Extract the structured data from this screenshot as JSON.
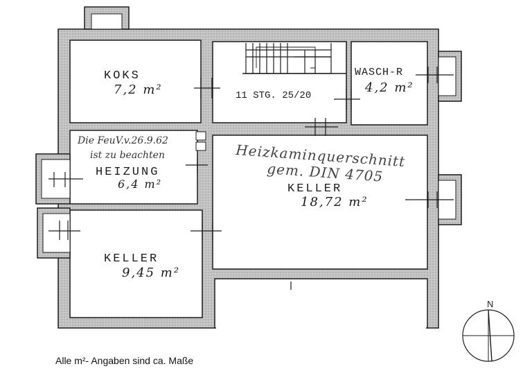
{
  "plan": {
    "rooms": {
      "koks": {
        "name": "KOKS",
        "area": "7,2 m²"
      },
      "waschraum": {
        "name": "WASCH-R",
        "area": "4,2 m²"
      },
      "heizung": {
        "name": "HEIZUNG",
        "area": "6,4 m²"
      },
      "keller_big": {
        "name": "KELLER",
        "area": "18,72 m²"
      },
      "keller_small": {
        "name": "KELLER",
        "area": "9,45 m²"
      }
    },
    "stairs_label": "11 STG. 25/20",
    "handwritten": {
      "feuv_line1": "Die FeuV.v.26.9.62",
      "feuv_line2": "ist zu beachten",
      "din_line1": "Heizkaminquerschnitt",
      "din_line2": "gem. DIN 4705"
    },
    "north_label": "N"
  },
  "footnote": "Alle m²- Angaben sind ca. Maße",
  "colors": {
    "wall": "#bdbdbd",
    "line": "#1c1c1c",
    "paper": "#ffffff"
  }
}
